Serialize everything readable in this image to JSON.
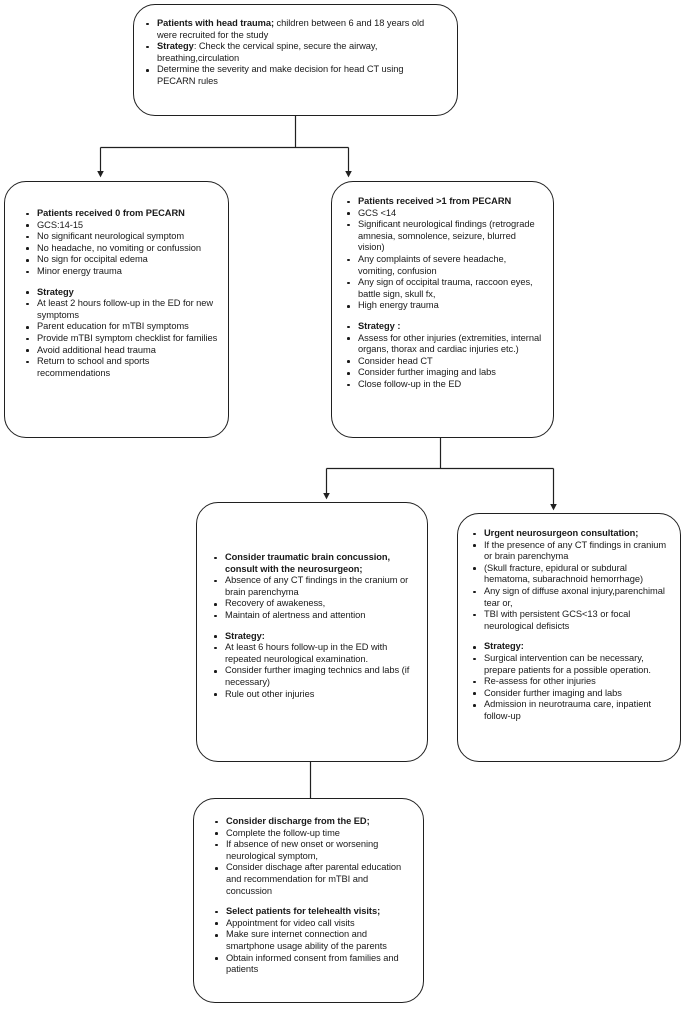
{
  "diagram": {
    "title": "Pediatric head trauma management flowchart",
    "line_color": "#202020",
    "background": "#ffffff",
    "nodes": {
      "top": {
        "id": "head-trauma-intake",
        "items": [
          {
            "bold": "Patients with head trauma;",
            "text": " children between 6 and 18 years old were recruited for the study"
          },
          {
            "bold": "Strategy",
            "text": ": Check the cervical spine, secure the airway, breathing,circulation"
          },
          {
            "bold": "",
            "text": "Determine the severity and make decision for head CT using PECARN rules"
          }
        ]
      },
      "left_zero_pecarn": {
        "id": "pecarn-zero",
        "items": [
          {
            "bold": "Patients received 0 from PECARN",
            "text": ""
          },
          {
            "bold": "",
            "text": "GCS:14-15"
          },
          {
            "bold": "",
            "text": "No significant neurological symptom"
          },
          {
            "bold": "",
            "text": "No headache, no vomiting or confussion"
          },
          {
            "bold": "",
            "text": "No sign for occipital edema"
          },
          {
            "bold": "",
            "text": "Minor energy trauma"
          },
          {
            "spacer": true
          },
          {
            "bold": "Strategy",
            "text": ""
          },
          {
            "bold": "",
            "text": "At least 2 hours follow-up in the ED for new symptoms"
          },
          {
            "bold": "",
            "text": "Parent education for mTBI symptoms"
          },
          {
            "bold": "",
            "text": "Provide mTBI symptom checklist for families"
          },
          {
            "bold": "",
            "text": "Avoid additional head trauma"
          },
          {
            "bold": "",
            "text": "Return to school and sports recommendations"
          }
        ]
      },
      "right_gt_one_pecarn": {
        "id": "pecarn-greater-than-one",
        "items": [
          {
            "bold": "Patients received >1 from PECARN",
            "text": ""
          },
          {
            "bold": "",
            "text": "GCS <14"
          },
          {
            "bold": "",
            "text": "Significant neurological findings (retrograde amnesia, somnolence, seizure, blurred vision)"
          },
          {
            "bold": "",
            "text": "Any complaints of severe headache, vomiting, confusion"
          },
          {
            "bold": "",
            "text": "Any sign of occipital trauma, raccoon eyes, battle sign, skull fx,"
          },
          {
            "bold": "",
            "text": "High energy trauma"
          },
          {
            "spacer": true
          },
          {
            "bold": "Strategy :",
            "text": ""
          },
          {
            "bold": "",
            "text": "Assess for other injuries (extremities, internal organs, thorax and cardiac injuries etc.)"
          },
          {
            "bold": "",
            "text": "Consider head CT"
          },
          {
            "bold": "",
            "text": "Consider further imaging and labs"
          },
          {
            "bold": "",
            "text": "Close follow-up in the ED"
          }
        ]
      },
      "concussion": {
        "id": "traumatic-brain-concussion",
        "items": [
          {
            "bold": "Consider traumatic brain concussion, consult with the neurosurgeon;",
            "text": ""
          },
          {
            "bold": "",
            "text": "Absence of any CT findings in the cranium or brain parenchyma"
          },
          {
            "bold": "",
            "text": "Recovery of awakeness,"
          },
          {
            "bold": "",
            "text": "Maintain of alertness and attention"
          },
          {
            "spacer": true
          },
          {
            "bold": "Strategy:",
            "text": ""
          },
          {
            "bold": "",
            "text": "At least 6 hours follow-up in the ED with repeated neurological examination."
          },
          {
            "bold": "",
            "text": "Consider further imaging technics and labs (if necessary)"
          },
          {
            "bold": "",
            "text": "Rule out other injuries"
          }
        ]
      },
      "neurosurgeon": {
        "id": "urgent-neurosurgeon-consultation",
        "items": [
          {
            "bold": "Urgent neurosurgeon consultation;",
            "text": ""
          },
          {
            "bold": "",
            "text": "If the presence of any CT findings in cranium or brain parenchyma"
          },
          {
            "bold": "",
            "text": "(Skull fracture, epidural or subdural hematoma, subarachnoid hemorrhage)"
          },
          {
            "bold": "",
            "text": "Any sign of diffuse axonal injury,parenchimal tear or,"
          },
          {
            "bold": "",
            "text": "TBI with persistent GCS<13 or focal neurological defisicts"
          },
          {
            "spacer": true
          },
          {
            "bold": "Strategy:",
            "text": ""
          },
          {
            "bold": "",
            "text": "Surgical intervention can be necessary, prepare patients for a possible operation."
          },
          {
            "bold": "",
            "text": "Re-assess for other injuries"
          },
          {
            "bold": "",
            "text": "Consider further imaging and labs"
          },
          {
            "bold": "",
            "text": "Admission in neurotrauma care, inpatient follow-up"
          }
        ]
      },
      "discharge": {
        "id": "discharge-and-telehealth",
        "items": [
          {
            "bold": "Consider discharge from the ED;",
            "text": ""
          },
          {
            "bold": "",
            "text": "Complete the follow-up time"
          },
          {
            "bold": "",
            "text": "If absence of new onset or worsening neurological symptom,"
          },
          {
            "bold": "",
            "text": "Consider dischage after parental education and recommendation for mTBI and concussion"
          },
          {
            "spacer": true
          },
          {
            "bold": "Select patients for telehealth visits;",
            "text": ""
          },
          {
            "bold": "",
            "text": "Appointment for video call visits"
          },
          {
            "bold": "",
            "text": "Make sure internet connection and smartphone usage ability of the parents"
          },
          {
            "bold": "",
            "text": "Obtain informed consent from families and patients"
          }
        ]
      }
    }
  }
}
